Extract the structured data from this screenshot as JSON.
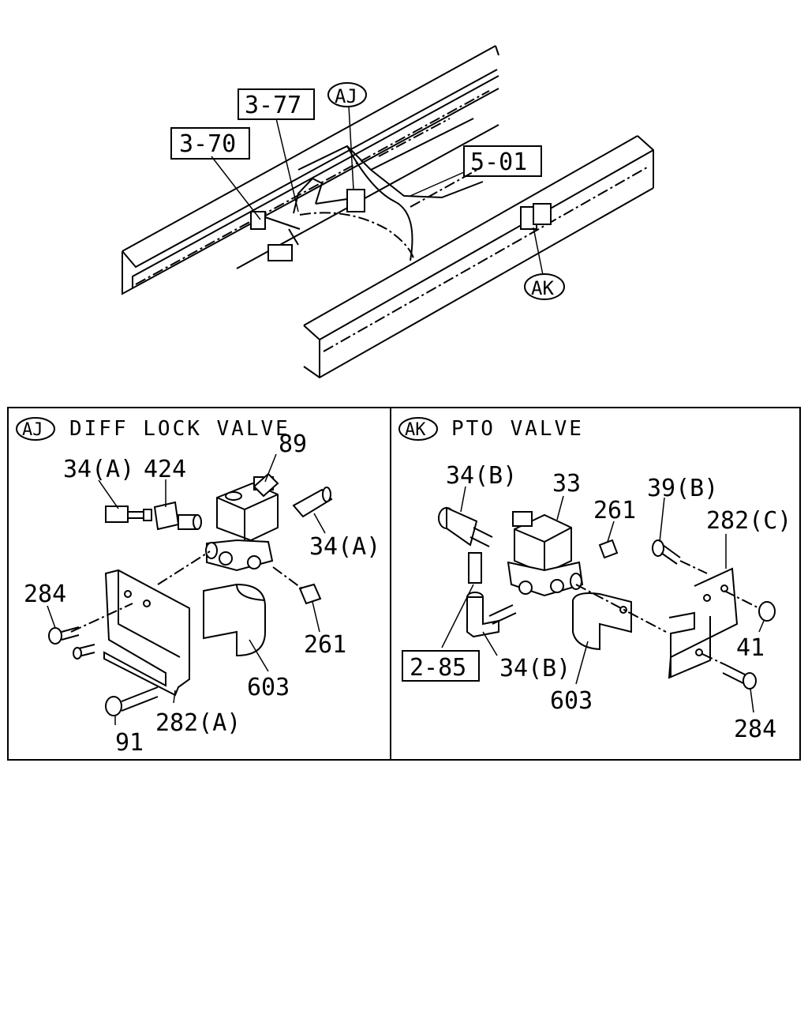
{
  "overview": {
    "refs": {
      "r_3_70": "3-70",
      "r_3_77": "3-77",
      "r_5_01": "5-01"
    },
    "callouts": {
      "aj": "AJ",
      "ak": "AK"
    }
  },
  "panel_aj": {
    "badge": "AJ",
    "title": "DIFF LOCK VALVE",
    "labels": {
      "p89": "89",
      "p34a_left": "34(A)",
      "p424": "424",
      "p34a_right": "34(A)",
      "p284": "284",
      "p261": "261",
      "p603": "603",
      "p282a": "282(A)",
      "p91": "91"
    }
  },
  "panel_ak": {
    "badge": "AK",
    "title": "PTO VALVE",
    "labels": {
      "p34b_top": "34(B)",
      "p33": "33",
      "p261": "261",
      "p39b": "39(B)",
      "p282c": "282(C)",
      "p41": "41",
      "p34b_bottom": "34(B)",
      "p603": "603",
      "p284": "284",
      "ref_2_85": "2-85"
    }
  }
}
